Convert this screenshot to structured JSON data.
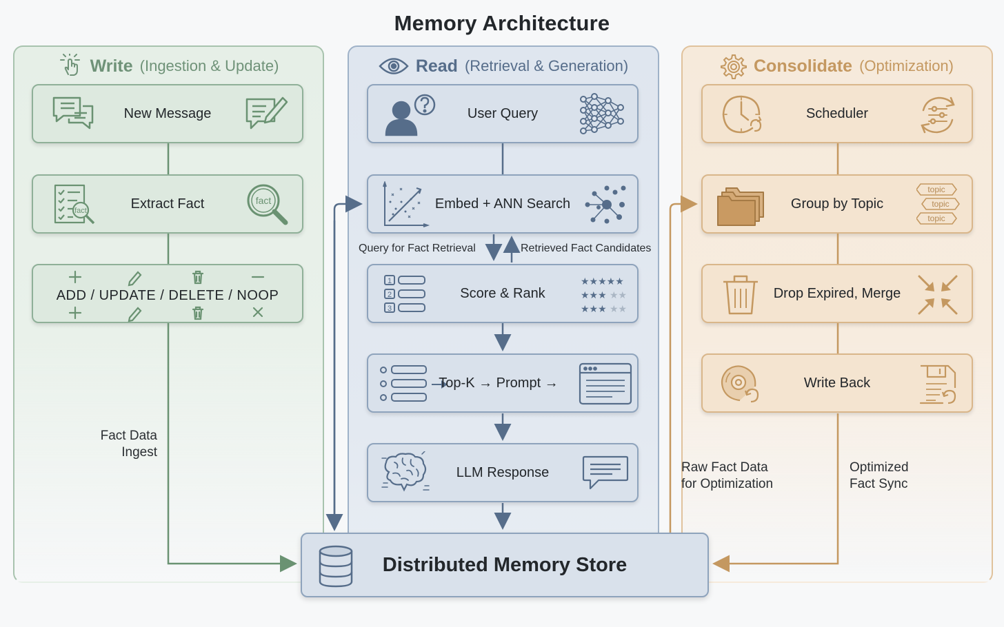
{
  "title": "Memory Architecture",
  "write": {
    "label": "Write",
    "sub": "(Ingestion & Update)",
    "boxes": [
      "New Message",
      "Extract Fact"
    ],
    "ops": "ADD / UPDATE / DELETE / NOOP",
    "note": [
      "Fact Data",
      "Ingest"
    ],
    "color": "#6f9278"
  },
  "read": {
    "label": "Read",
    "sub": "(Retrieval & Generation)",
    "boxes": [
      "User Query",
      "Embed + ANN Search",
      "Score & Rank",
      "Top-K → Prompt →",
      "LLM Response"
    ],
    "query_note": "Query for Fact Retrieval",
    "candidates_note": "Retrieved Fact Candidates",
    "color": "#566d8a"
  },
  "consolidate": {
    "label": "Consolidate",
    "sub": "(Optimization)",
    "boxes": [
      "Scheduler",
      "Group by Topic",
      "Drop Expired, Merge",
      "Write Back"
    ],
    "topic_tags": [
      "topic",
      "topic",
      "topic"
    ],
    "raw_note": [
      "Raw Fact Data",
      "for Optimization"
    ],
    "sync_note": [
      "Optimized",
      "Fact Sync"
    ],
    "color": "#c49860"
  },
  "store": {
    "label": "Distributed Memory Store"
  },
  "fact_tag": "fact",
  "icons": [
    "hand-pointer-icon",
    "eye-icon",
    "gear-icon",
    "chat-bubbles-icon",
    "edit-message-icon",
    "checklist-icon",
    "magnifier-fact-icon",
    "user-question-icon",
    "neural-network-icon",
    "scatter-plot-icon",
    "cluster-icon",
    "ranked-list-icon",
    "stars-icon",
    "list-icon",
    "window-icon",
    "brain-icon",
    "message-icon",
    "clock-icon",
    "sliders-sync-icon",
    "folders-icon",
    "trash-icon",
    "compress-arrows-icon",
    "disc-icon",
    "save-icon",
    "database-icon"
  ]
}
